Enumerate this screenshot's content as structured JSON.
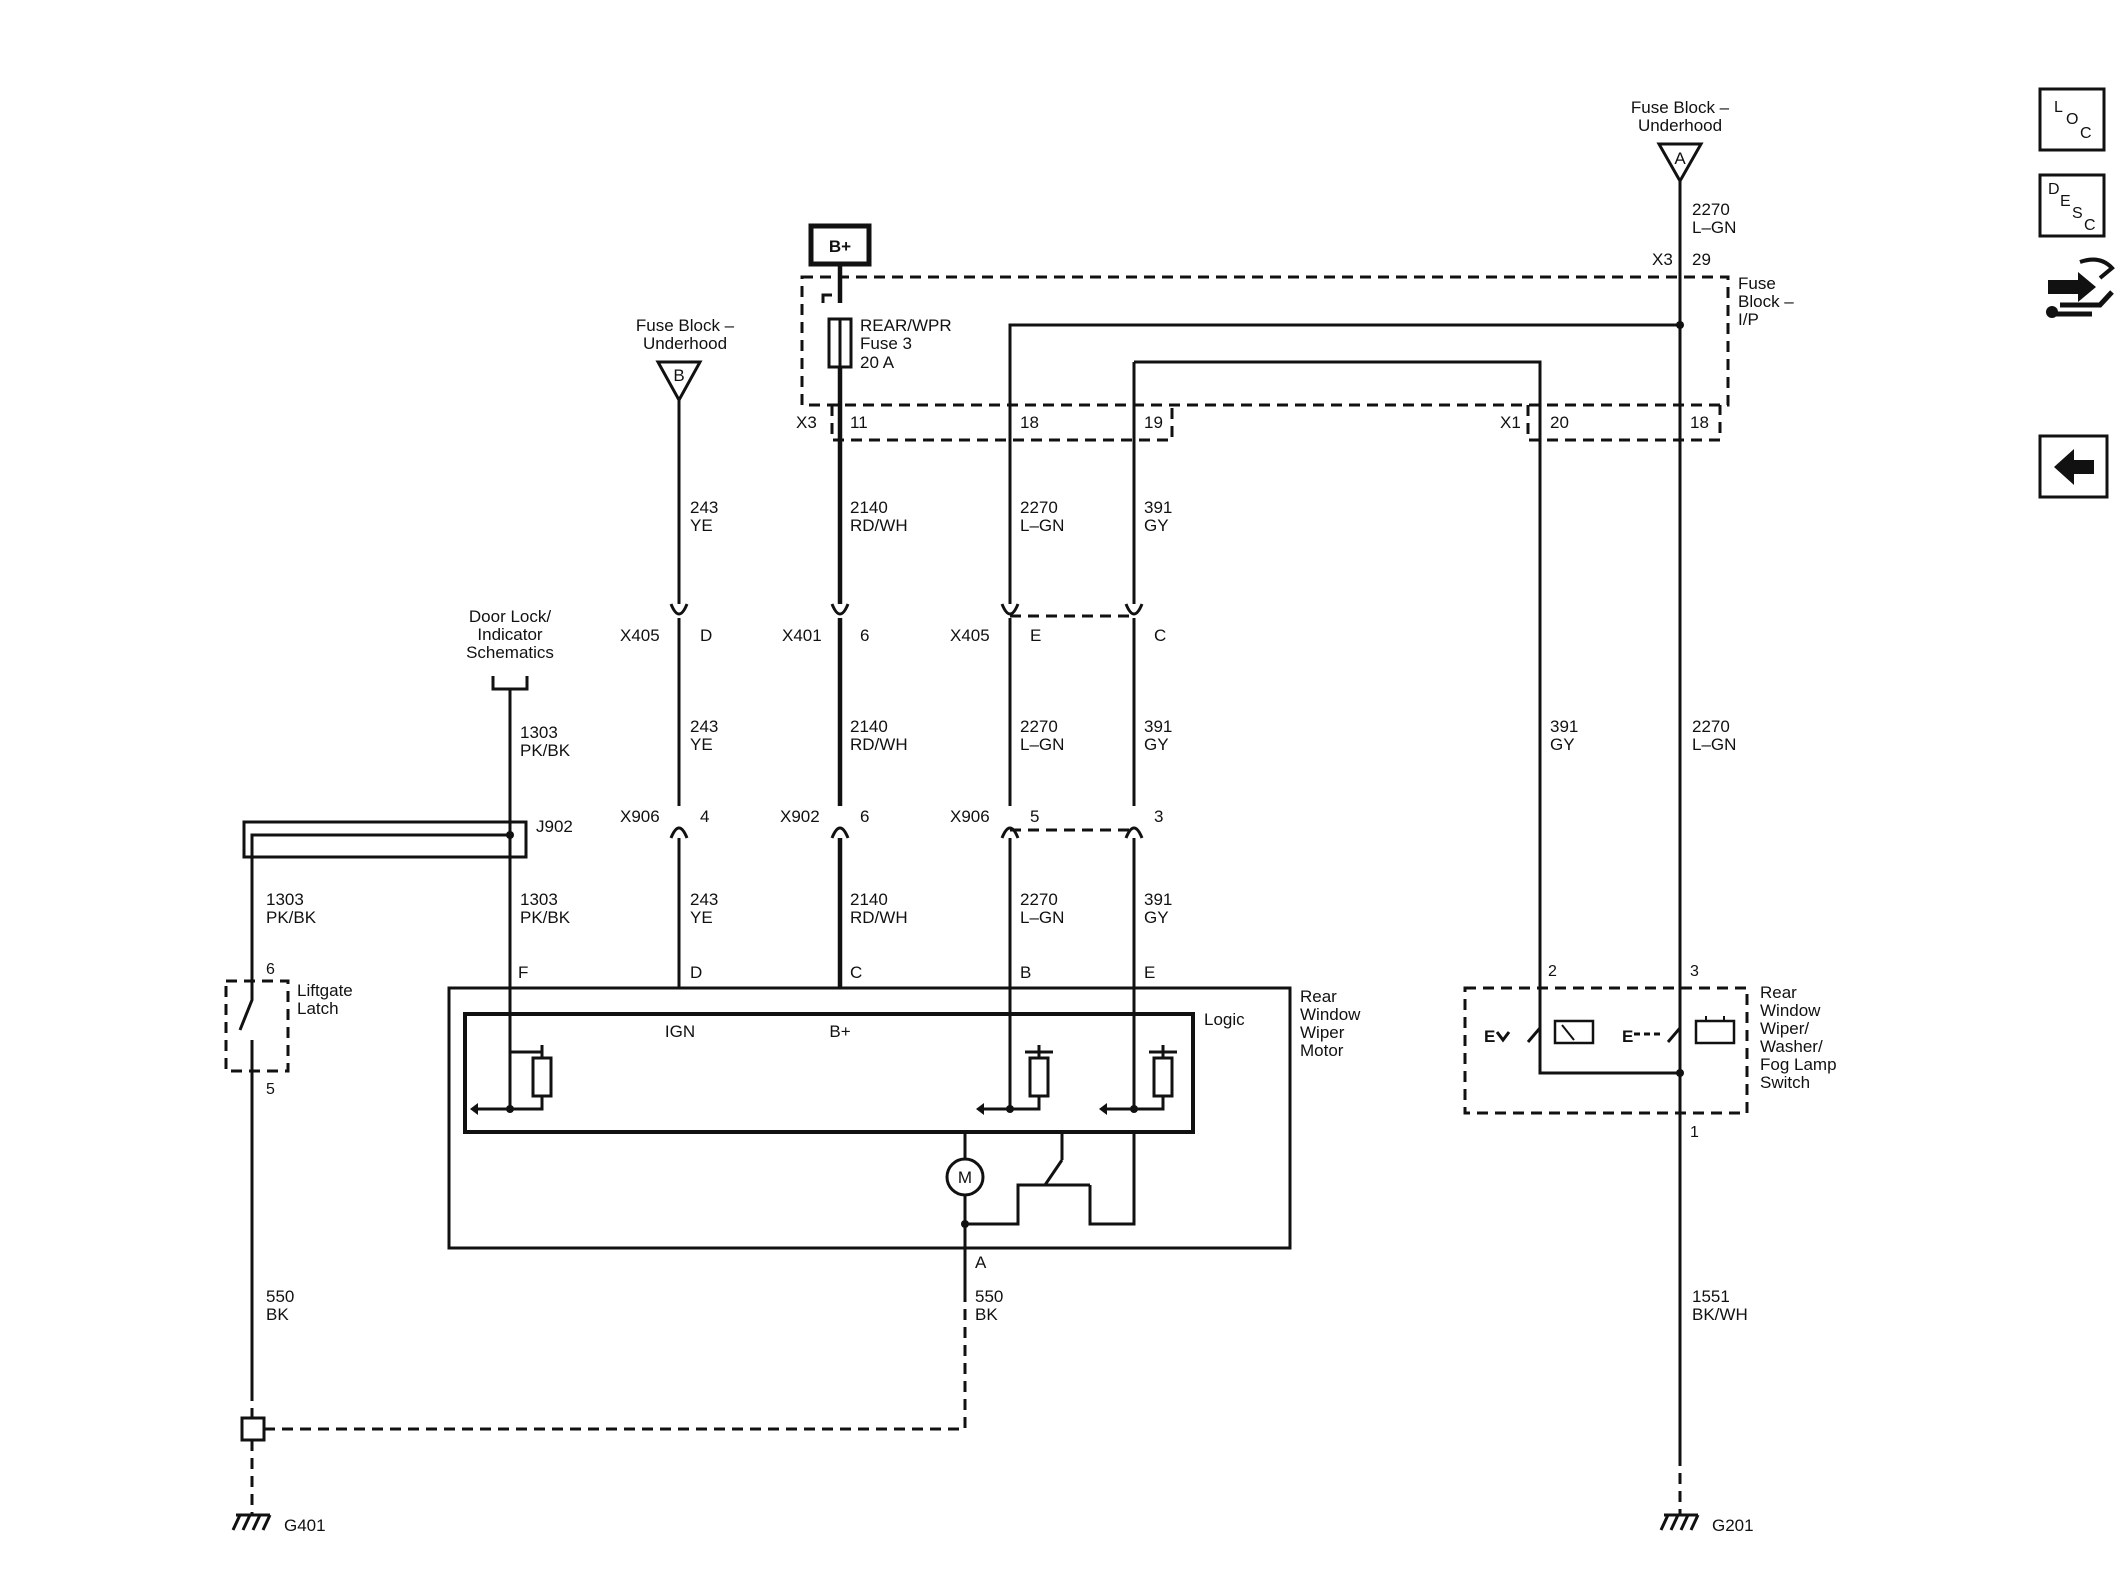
{
  "power": {
    "bplus": "B+",
    "fuse_underhood_top": [
      "Fuse Block –",
      "Underhood"
    ],
    "fuse_underhood_top_pin": "A",
    "fuse_underhood_left": [
      "Fuse Block –",
      "Underhood"
    ],
    "fuse_underhood_left_pin": "B",
    "fuse_ip": [
      "Fuse",
      "Block –",
      "I/P"
    ],
    "fuse_rear": [
      "REAR/WPR",
      "Fuse 3",
      "20 A"
    ]
  },
  "connectors": {
    "x3_top": "X3",
    "x3_top_pin": "29",
    "x3": "X3",
    "x3_pin": "11",
    "x3_18": "18",
    "x3_19": "19",
    "x1": "X1",
    "x1_20": "20",
    "x1_18": "18",
    "x405_a": "X405",
    "x405_a_pin": "D",
    "x401": "X401",
    "x401_pin": "6",
    "x405_b": "X405",
    "x405_b_e": "E",
    "x405_b_c": "C",
    "x906_a": "X906",
    "x906_a_pin": "4",
    "x902": "X902",
    "x902_pin": "6",
    "x906_b": "X906",
    "x906_b_5": "5",
    "x906_b_3": "3",
    "j902": "J902"
  },
  "wires": {
    "w2270_top": [
      "2270",
      "L–GN"
    ],
    "w243_1": [
      "243",
      "YE"
    ],
    "w2140_1": [
      "2140",
      "RD/WH"
    ],
    "w2270_1": [
      "2270",
      "L–GN"
    ],
    "w391_1": [
      "391",
      "GY"
    ],
    "w1303_1": [
      "1303",
      "PK/BK"
    ],
    "w243_2": [
      "243",
      "YE"
    ],
    "w2140_2": [
      "2140",
      "RD/WH"
    ],
    "w2270_2": [
      "2270",
      "L–GN"
    ],
    "w391_2": [
      "391",
      "GY"
    ],
    "w391_sw": [
      "391",
      "GY"
    ],
    "w2270_sw": [
      "2270",
      "L–GN"
    ],
    "w1303_2": [
      "1303",
      "PK/BK"
    ],
    "w1303_3": [
      "1303",
      "PK/BK"
    ],
    "w243_3": [
      "243",
      "YE"
    ],
    "w2140_3": [
      "2140",
      "RD/WH"
    ],
    "w2270_3": [
      "2270",
      "L–GN"
    ],
    "w391_3": [
      "391",
      "GY"
    ],
    "w550_1": [
      "550",
      "BK"
    ],
    "w550_2": [
      "550",
      "BK"
    ],
    "w1551": [
      "1551",
      "BK/WH"
    ]
  },
  "components": {
    "door_lock": [
      "Door Lock/",
      "Indicator",
      "Schematics"
    ],
    "liftgate": [
      "Liftgate",
      "Latch"
    ],
    "liftgate_pin_top": "6",
    "liftgate_pin_bottom": "5",
    "motor_name": [
      "Rear",
      "Window",
      "Wiper",
      "Motor"
    ],
    "motor_pins": [
      "F",
      "D",
      "C",
      "B",
      "E"
    ],
    "motor_pin_a": "A",
    "logic": "Logic",
    "ign": "IGN",
    "bplus_logic": "B+",
    "motor_symbol": "M",
    "switch_name": [
      "Rear",
      "Window",
      "Wiper/",
      "Washer/",
      "Fog Lamp",
      "Switch"
    ],
    "switch_pin_2": "2",
    "switch_pin_3": "3",
    "switch_pin_1": "1"
  },
  "grounds": {
    "g401": "G401",
    "g201": "G201"
  },
  "nav": {
    "loc": [
      "L",
      "O",
      "C"
    ],
    "desc": [
      "D",
      "E",
      "S",
      "C"
    ]
  }
}
